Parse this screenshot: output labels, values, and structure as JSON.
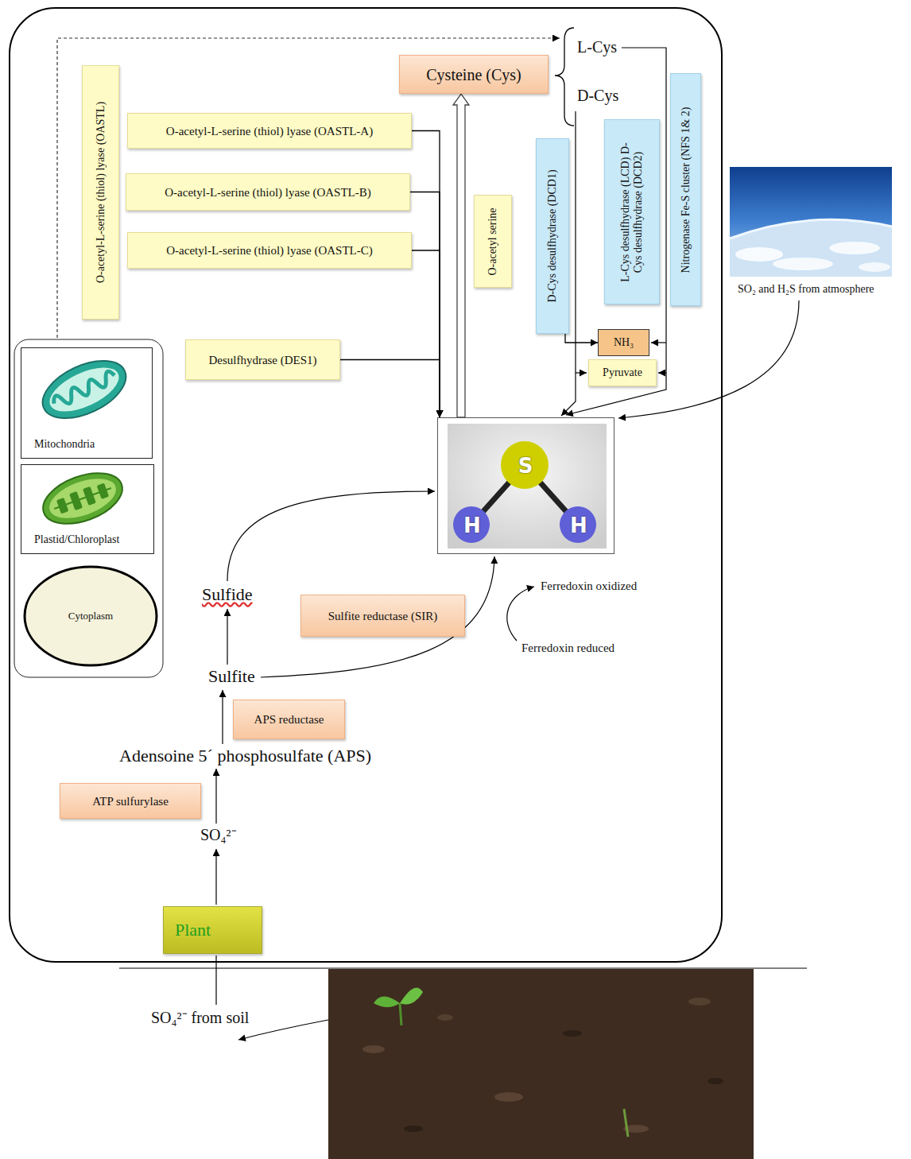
{
  "diagram": {
    "nodes": [
      {
        "text": [
          "O-acetyl-L-serine (thiol) lyase (OASTL)"
        ]
      },
      {
        "text": [
          "Cysteine (Cys)"
        ]
      },
      {
        "text": [
          "O-acetyl-L-serine (thiol) lyase (OASTL-A)"
        ]
      },
      {
        "text": [
          "O-acetyl-L-serine (thiol) lyase (OASTL-B)"
        ]
      },
      {
        "text": [
          "O-acetyl-L-serine (thiol) lyase (OASTL-C)"
        ]
      },
      {
        "text": [
          "O-acetyl serine"
        ]
      },
      {
        "text": [
          "D-Cys desulfhydrase (DCD1)"
        ]
      },
      {
        "text": [
          "L-Cys desulfhydrase (LCD) D-Cys desulfhydrase (DCD2)"
        ]
      },
      {
        "text": [
          "Nitrogenase Fe-S cluster (NFS 1& 2)"
        ]
      },
      {
        "text": [
          "NH₃"
        ]
      },
      {
        "text": [
          "Pyruvate"
        ]
      },
      {
        "text": [
          "Mitochondria"
        ]
      },
      {
        "text": [
          "Plastid/Chloroplast"
        ]
      },
      {
        "text": [
          "Cytoplasm"
        ]
      },
      {
        "text": [
          "Desulfhydrase (DES1)"
        ]
      },
      {
        "text": [
          "S",
          "H",
          "H"
        ]
      },
      {
        "text": [
          "Sulfite reductase (SIR)"
        ]
      },
      {
        "text": [
          "APS reductase"
        ]
      },
      {
        "text": [
          "ATP sulfurylase"
        ]
      },
      {
        "text": [
          "Plant"
        ]
      }
    ],
    "edges": [
      {
        "from": 2,
        "to": 15,
        "arrow": "to"
      },
      {
        "from": 3,
        "to": 15,
        "arrow": "to"
      },
      {
        "from": 4,
        "to": 15,
        "arrow": "to"
      },
      {
        "from": 14,
        "to": 15,
        "arrow": "to"
      },
      {
        "from": 15,
        "to": 1,
        "arrow": "to"
      },
      {
        "from": 6,
        "to": 9,
        "arrow": "to"
      }
    ],
    "labels": [
      "L-Cys",
      "D-Cys",
      "Sulfide",
      "Sulfite",
      "Adensoine 5´ phosphosulfate (APS)",
      "SO₄²⁻",
      "Ferredoxin oxidized",
      "Ferredoxin reduced",
      "SO₂ and H₂S from atmosphere",
      "SO₄²⁻ from soil"
    ]
  }
}
